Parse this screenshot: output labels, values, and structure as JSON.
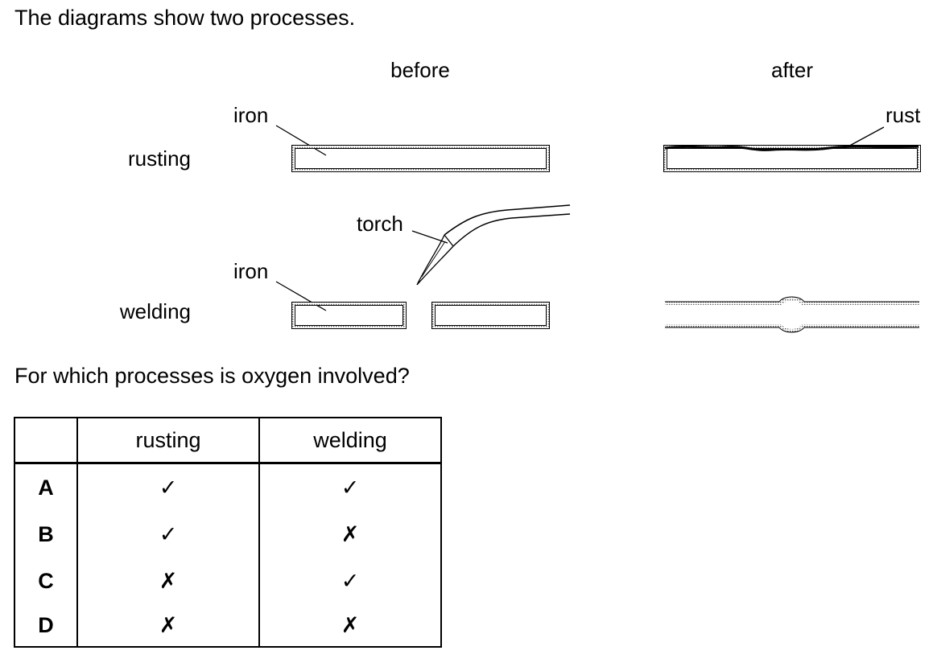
{
  "intro": "The diagrams show two processes.",
  "diagram": {
    "col_before": "before",
    "col_after": "after",
    "row_rusting": "rusting",
    "row_welding": "welding",
    "label_iron": "iron",
    "label_rust": "rust",
    "label_torch": "torch"
  },
  "question": "For which processes is oxygen involved?",
  "table": {
    "headers": [
      "",
      "rusting",
      "welding"
    ],
    "rows": [
      {
        "letter": "A",
        "rusting": "✓",
        "welding": "✓"
      },
      {
        "letter": "B",
        "rusting": "✓",
        "welding": "✗"
      },
      {
        "letter": "C",
        "rusting": "✗",
        "welding": "✓"
      },
      {
        "letter": "D",
        "rusting": "✗",
        "welding": "✗"
      }
    ]
  }
}
